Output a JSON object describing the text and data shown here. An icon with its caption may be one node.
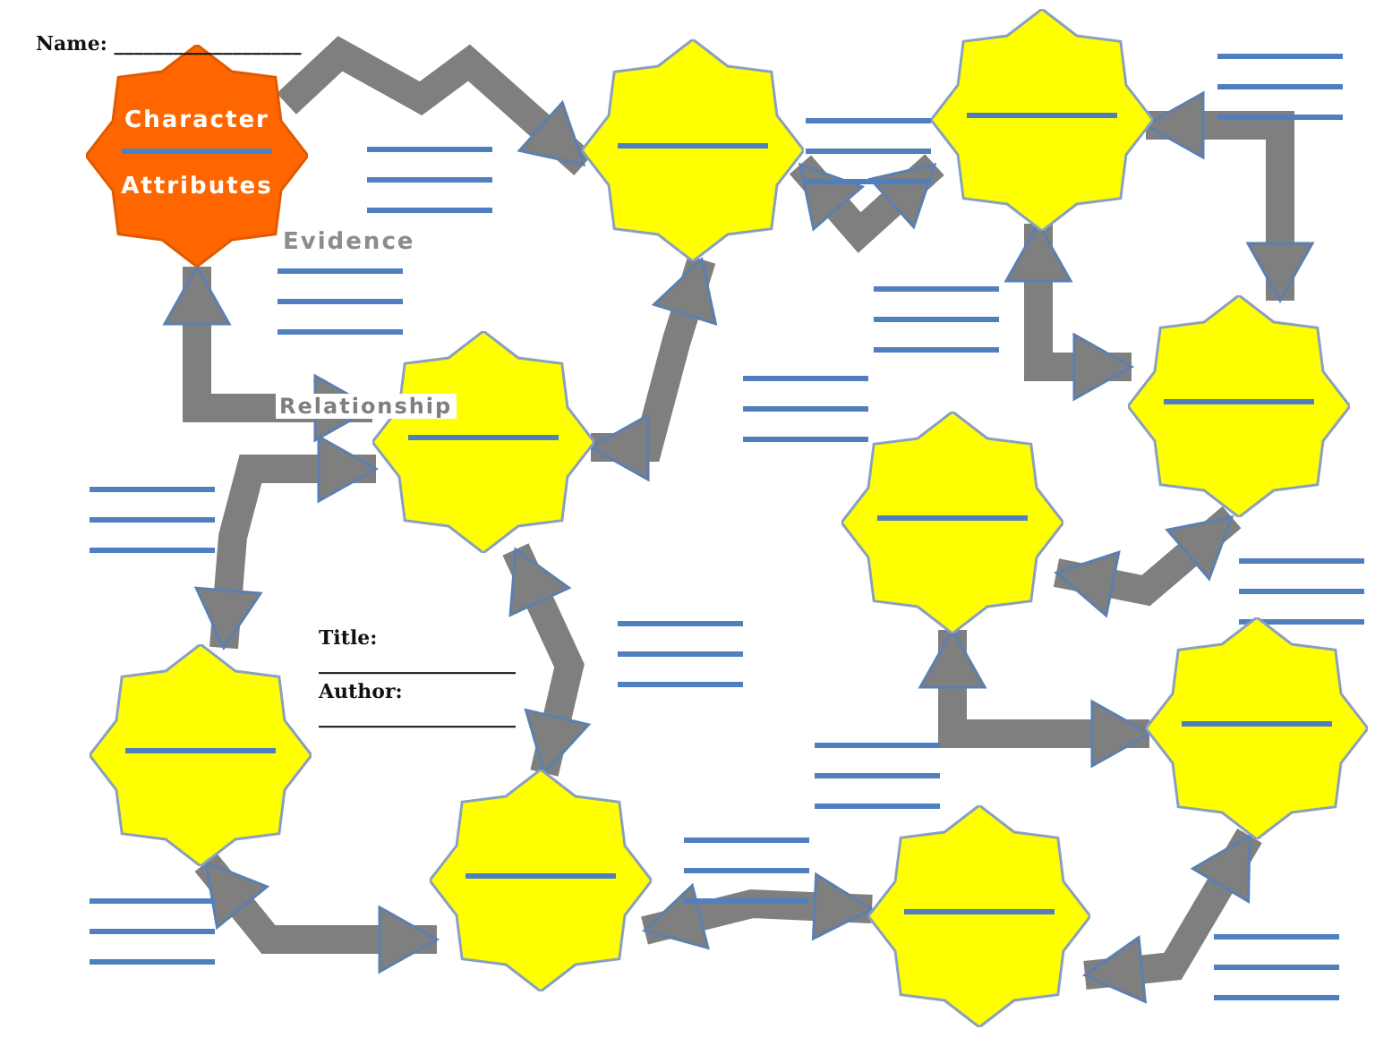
{
  "diagram": {
    "nodes": [
      {
        "text": [
          "Character",
          "Attributes"
        ]
      },
      {
        "text": [],
        "shape": "star"
      },
      {
        "text": [],
        "shape": "star"
      },
      {
        "text": [],
        "shape": "star"
      },
      {
        "text": [],
        "shape": "star"
      },
      {
        "text": [],
        "shape": "star"
      },
      {
        "text": [],
        "shape": "star"
      },
      {
        "text": [],
        "shape": "star"
      },
      {
        "text": [],
        "shape": "star"
      },
      {
        "text": [],
        "shape": "star"
      }
    ],
    "edges": [
      {
        "from": 0,
        "to": 1,
        "arrow": "to"
      },
      {
        "from": 0,
        "to": 3,
        "arrow": "both",
        "label": "Relationship"
      },
      {
        "from": 1,
        "to": 2,
        "arrow": "both"
      },
      {
        "from": 2,
        "to": 4,
        "arrow": "both"
      },
      {
        "from": 2,
        "to": 4,
        "arrow": "both"
      },
      {
        "from": 3,
        "to": 1,
        "arrow": "both"
      },
      {
        "from": 3,
        "to": 6,
        "arrow": "both"
      },
      {
        "from": 3,
        "to": 7,
        "arrow": "both"
      },
      {
        "from": 6,
        "to": 7,
        "arrow": "both"
      },
      {
        "from": 7,
        "to": 8,
        "arrow": "both"
      },
      {
        "from": 5,
        "to": 4,
        "arrow": "both"
      },
      {
        "from": 5,
        "to": 9,
        "arrow": "both"
      },
      {
        "from": 8,
        "to": 9,
        "arrow": "both"
      }
    ],
    "labels": [
      "Name: ___________________",
      "Evidence",
      "Title:",
      "____________________",
      "Author:",
      "____________________"
    ]
  }
}
